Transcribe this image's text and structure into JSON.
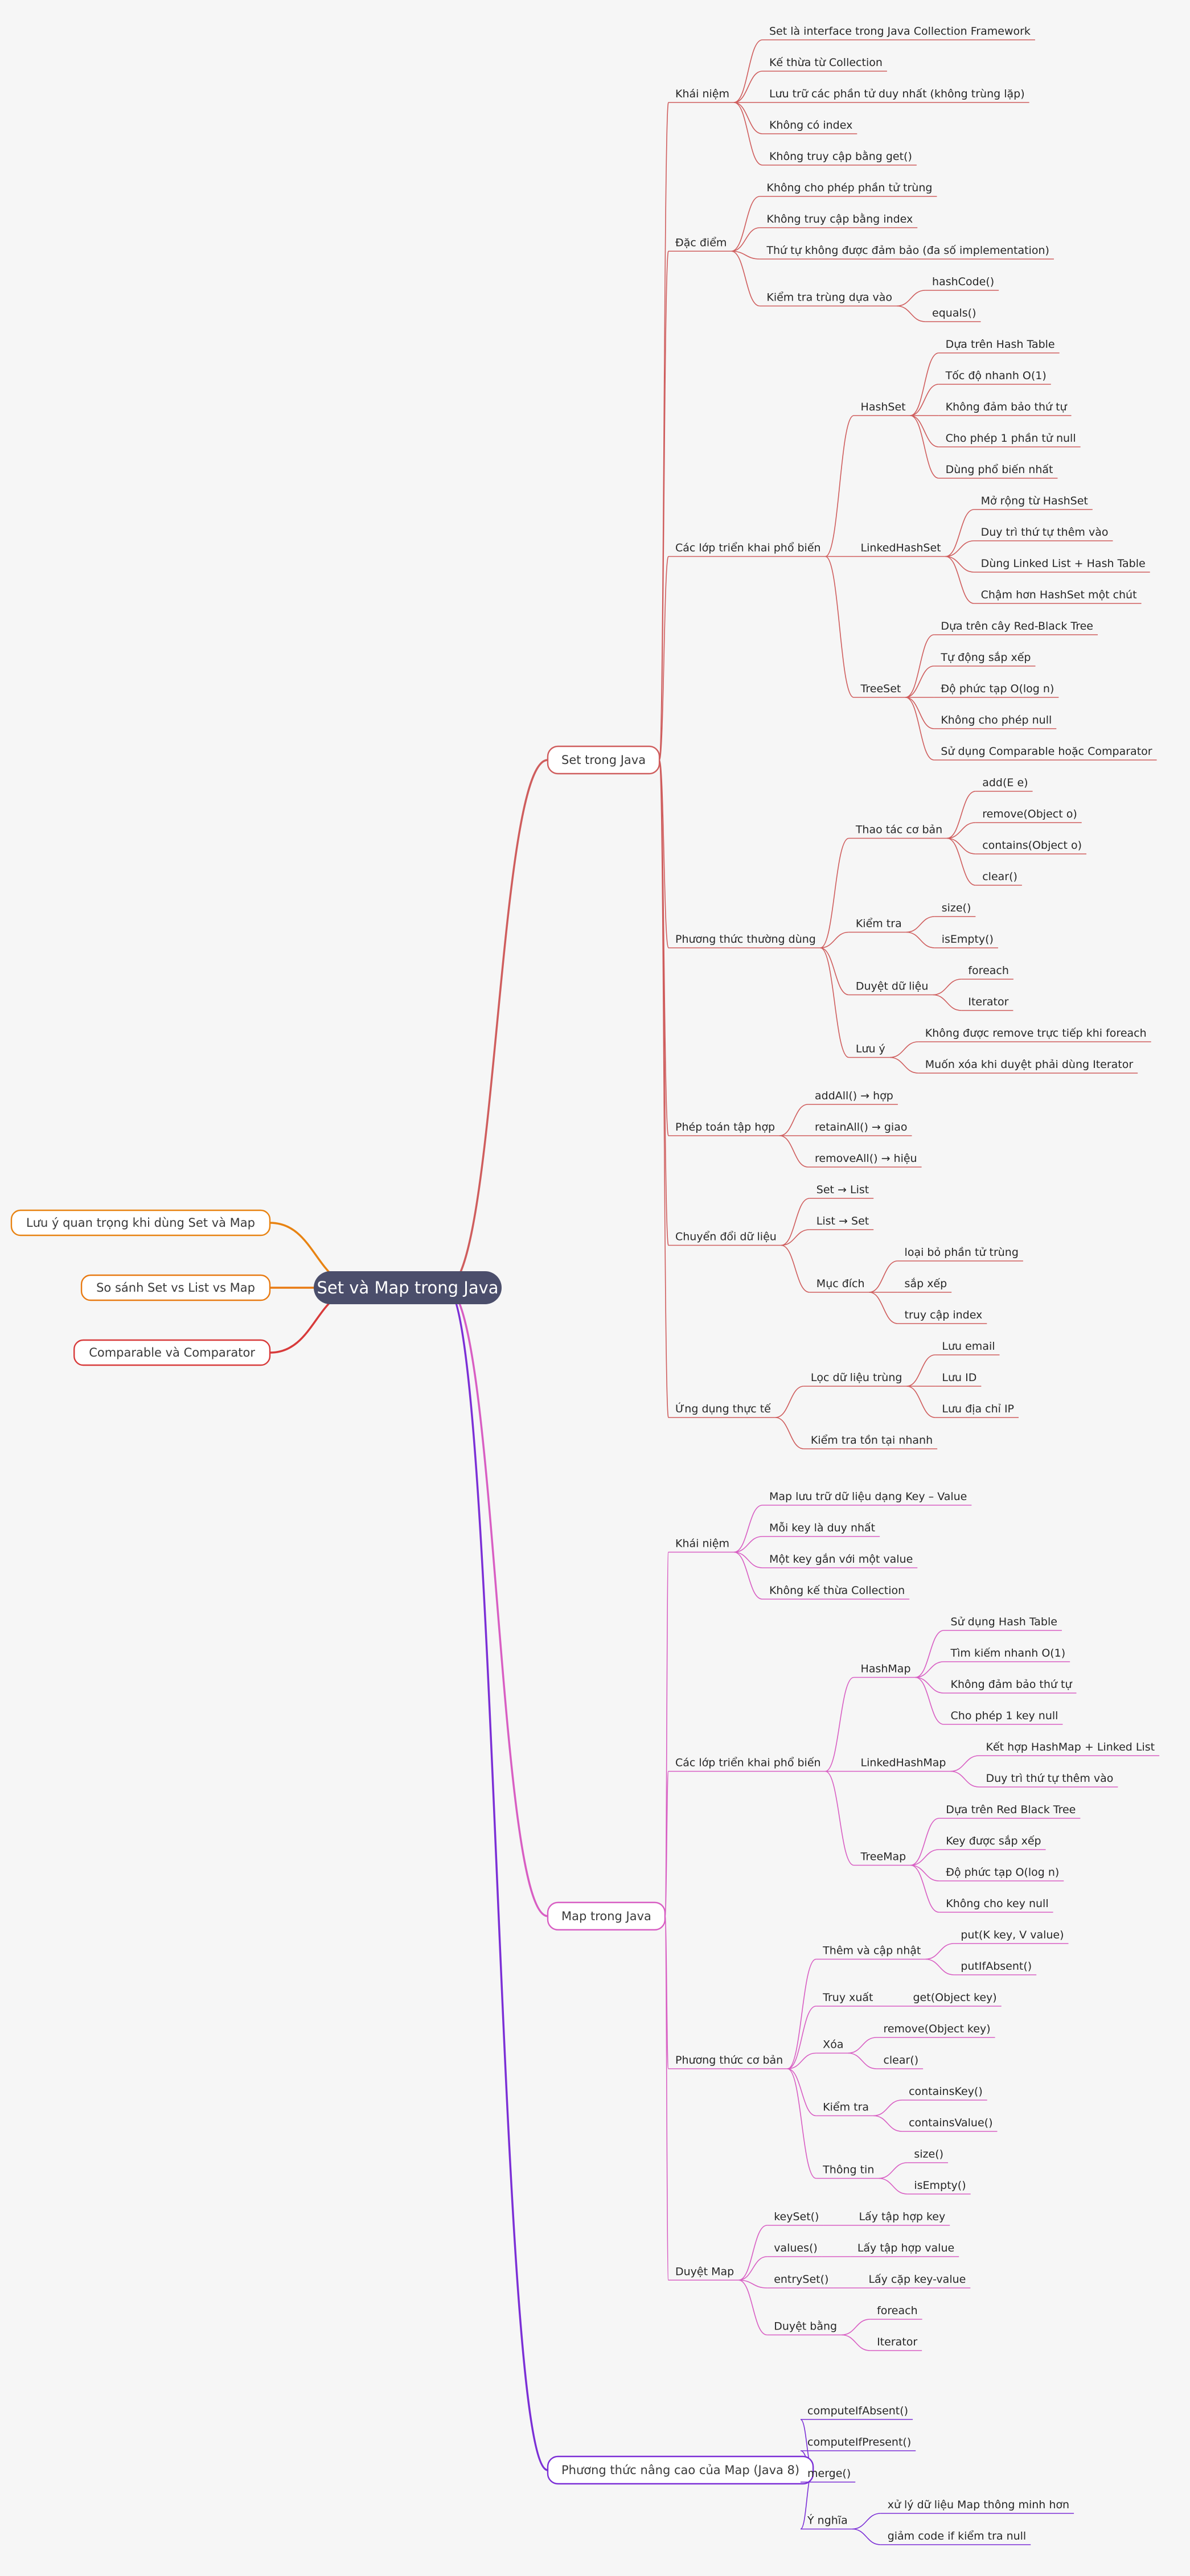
{
  "colors": {
    "background": "#f6f6f6",
    "root_fill": "#4b4e6b",
    "set_branch": "#cf5d5d",
    "map_branch": "#d85ec3",
    "advanced_branch": "#7b2fd6",
    "orange_branch": "#e88312",
    "red_branch": "#d83a3a",
    "comparable_branch": "#cc3030"
  },
  "root": {
    "label": "Set và Map trong Java"
  },
  "left_topics": [
    {
      "label": "Lưu ý quan trọng khi dùng Set và Map",
      "color": "#e88312"
    },
    {
      "label": "So sánh Set vs List vs Map",
      "color": "#e87a12"
    },
    {
      "label": "Comparable và Comparator",
      "color": "#d83a3a"
    }
  ],
  "branches": [
    {
      "label": "Set trong Java",
      "color": "#cf5d5d",
      "children": [
        {
          "label": "Khái niệm",
          "children": [
            {
              "label": "Set là interface trong Java Collection Framework"
            },
            {
              "label": "Kế thừa từ Collection"
            },
            {
              "label": "Lưu trữ các phần tử duy nhất (không trùng lặp)"
            },
            {
              "label": "Không có index"
            },
            {
              "label": "Không truy cập bằng get()"
            }
          ]
        },
        {
          "label": "Đặc điểm",
          "children": [
            {
              "label": "Không cho phép phần tử trùng"
            },
            {
              "label": "Không truy cập bằng index"
            },
            {
              "label": "Thứ tự không được đảm bảo (đa số implementation)"
            },
            {
              "label": "Kiểm tra trùng dựa vào",
              "children": [
                {
                  "label": "hashCode()"
                },
                {
                  "label": "equals()"
                }
              ]
            }
          ]
        },
        {
          "label": "Các lớp triển khai phổ biến",
          "children": [
            {
              "label": "HashSet",
              "children": [
                {
                  "label": "Dựa trên Hash Table"
                },
                {
                  "label": "Tốc độ nhanh O(1)"
                },
                {
                  "label": "Không đảm bảo thứ tự"
                },
                {
                  "label": "Cho phép 1 phần tử null"
                },
                {
                  "label": "Dùng phổ biến nhất"
                }
              ]
            },
            {
              "label": "LinkedHashSet",
              "children": [
                {
                  "label": "Mở rộng từ HashSet"
                },
                {
                  "label": "Duy trì thứ tự thêm vào"
                },
                {
                  "label": "Dùng Linked List + Hash Table"
                },
                {
                  "label": "Chậm hơn HashSet một chút"
                }
              ]
            },
            {
              "label": "TreeSet",
              "children": [
                {
                  "label": "Dựa trên cây Red-Black Tree"
                },
                {
                  "label": "Tự động sắp xếp"
                },
                {
                  "label": "Độ phức tạp O(log n)"
                },
                {
                  "label": "Không cho phép null"
                },
                {
                  "label": "Sử dụng Comparable hoặc Comparator"
                }
              ]
            }
          ]
        },
        {
          "label": "Phương thức thường dùng",
          "children": [
            {
              "label": "Thao tác cơ bản",
              "children": [
                {
                  "label": "add(E e)"
                },
                {
                  "label": "remove(Object o)"
                },
                {
                  "label": "contains(Object o)"
                },
                {
                  "label": "clear()"
                }
              ]
            },
            {
              "label": "Kiểm tra",
              "children": [
                {
                  "label": "size()"
                },
                {
                  "label": "isEmpty()"
                }
              ]
            },
            {
              "label": "Duyệt dữ liệu",
              "children": [
                {
                  "label": "foreach"
                },
                {
                  "label": "Iterator"
                }
              ]
            },
            {
              "label": "Lưu ý",
              "children": [
                {
                  "label": "Không được remove trực tiếp khi foreach"
                },
                {
                  "label": "Muốn xóa khi duyệt phải dùng Iterator"
                }
              ]
            }
          ]
        },
        {
          "label": "Phép toán tập hợp",
          "children": [
            {
              "label": "addAll() → hợp"
            },
            {
              "label": "retainAll() → giao"
            },
            {
              "label": "removeAll() → hiệu"
            }
          ]
        },
        {
          "label": "Chuyển đổi dữ liệu",
          "children": [
            {
              "label": "Set → List"
            },
            {
              "label": "List → Set"
            },
            {
              "label": "Mục đích",
              "children": [
                {
                  "label": "loại bỏ phần tử trùng"
                },
                {
                  "label": "sắp xếp"
                },
                {
                  "label": "truy cập index"
                }
              ]
            }
          ]
        },
        {
          "label": "Ứng dụng thực tế",
          "children": [
            {
              "label": "Lọc dữ liệu trùng",
              "children": [
                {
                  "label": "Lưu email"
                },
                {
                  "label": "Lưu ID"
                },
                {
                  "label": "Lưu địa chỉ IP"
                }
              ]
            },
            {
              "label": "Kiểm tra tồn tại nhanh"
            }
          ]
        }
      ]
    },
    {
      "label": "Map trong Java",
      "color": "#d85ec3",
      "children": [
        {
          "label": "Khái niệm",
          "children": [
            {
              "label": "Map lưu trữ dữ liệu dạng Key – Value"
            },
            {
              "label": "Mỗi key là duy nhất"
            },
            {
              "label": "Một key gắn với một value"
            },
            {
              "label": "Không kế thừa Collection"
            }
          ]
        },
        {
          "label": "Các lớp triển khai phổ biến",
          "children": [
            {
              "label": "HashMap",
              "children": [
                {
                  "label": "Sử dụng Hash Table"
                },
                {
                  "label": "Tìm kiếm nhanh O(1)"
                },
                {
                  "label": "Không đảm bảo thứ tự"
                },
                {
                  "label": "Cho phép 1 key null"
                }
              ]
            },
            {
              "label": "LinkedHashMap",
              "children": [
                {
                  "label": "Kết hợp HashMap + Linked List"
                },
                {
                  "label": "Duy trì thứ tự thêm vào"
                }
              ]
            },
            {
              "label": "TreeMap",
              "children": [
                {
                  "label": "Dựa trên Red Black Tree"
                },
                {
                  "label": "Key được sắp xếp"
                },
                {
                  "label": "Độ phức tạp O(log n)"
                },
                {
                  "label": "Không cho key null"
                }
              ]
            }
          ]
        },
        {
          "label": "Phương thức cơ bản",
          "children": [
            {
              "label": "Thêm và cập nhật",
              "children": [
                {
                  "label": "put(K key, V value)"
                },
                {
                  "label": "putIfAbsent()"
                }
              ]
            },
            {
              "label": "Truy xuất",
              "children": [
                {
                  "label": "get(Object key)"
                }
              ]
            },
            {
              "label": "Xóa",
              "children": [
                {
                  "label": "remove(Object key)"
                },
                {
                  "label": "clear()"
                }
              ]
            },
            {
              "label": "Kiểm tra",
              "children": [
                {
                  "label": "containsKey()"
                },
                {
                  "label": "containsValue()"
                }
              ]
            },
            {
              "label": "Thông tin",
              "children": [
                {
                  "label": "size()"
                },
                {
                  "label": "isEmpty()"
                }
              ]
            }
          ]
        },
        {
          "label": "Duyệt Map",
          "children": [
            {
              "label": "keySet()",
              "children": [
                {
                  "label": "Lấy tập hợp key"
                }
              ]
            },
            {
              "label": "values()",
              "children": [
                {
                  "label": "Lấy tập hợp value"
                }
              ]
            },
            {
              "label": "entrySet()",
              "children": [
                {
                  "label": "Lấy cặp key-value"
                }
              ]
            },
            {
              "label": "Duyệt bằng",
              "children": [
                {
                  "label": "foreach"
                },
                {
                  "label": "Iterator"
                }
              ]
            }
          ]
        }
      ]
    },
    {
      "label": "Phương thức nâng cao của Map (Java 8)",
      "color": "#7b2fd6",
      "children": [
        {
          "label": "computeIfAbsent()"
        },
        {
          "label": "computeIfPresent()"
        },
        {
          "label": "merge()"
        },
        {
          "label": "Ý nghĩa",
          "children": [
            {
              "label": "xử lý dữ liệu Map thông minh hơn"
            },
            {
              "label": "giảm code if kiểm tra null"
            }
          ]
        }
      ]
    }
  ]
}
